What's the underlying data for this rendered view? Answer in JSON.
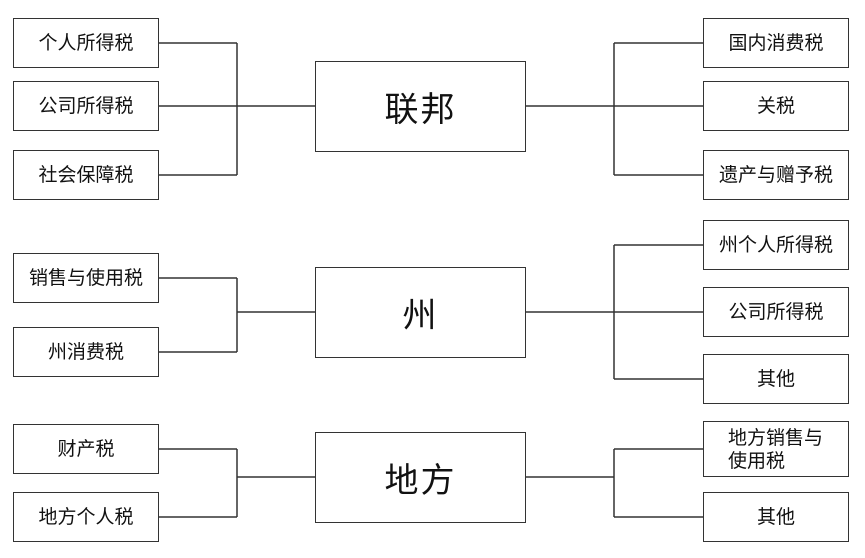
{
  "federal": {
    "label": "联邦",
    "left": [
      "个人所得税",
      "公司所得税",
      "社会保障税"
    ],
    "right": [
      "国内消费税",
      "关税",
      "遗产与赠予税"
    ]
  },
  "state": {
    "label": "州",
    "left": [
      "销售与使用税",
      "州消费税"
    ],
    "right": [
      "州个人所得税",
      "公司所得税",
      "其他"
    ]
  },
  "local": {
    "label": "地方",
    "left": [
      "财产税",
      "地方个人税"
    ],
    "right": [
      "地方销售与\n使用税",
      "其他"
    ]
  }
}
